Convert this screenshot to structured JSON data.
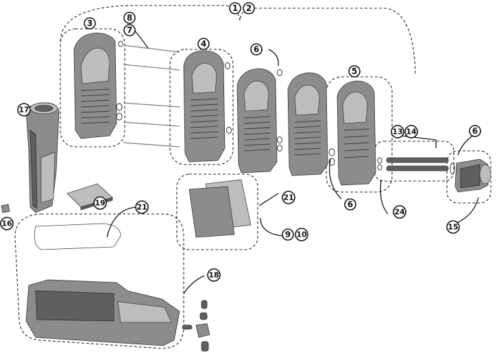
{
  "callouts": {
    "c1": "1",
    "c2": "2",
    "c3": "3",
    "c4": "4",
    "c5": "5",
    "c6a": "6",
    "c6b": "6",
    "c6c": "6",
    "c7": "7",
    "c8": "8",
    "c9": "9",
    "c10": "10",
    "c13": "13",
    "c14": "14",
    "c15": "15",
    "c16": "16",
    "c17": "17",
    "c18": "18",
    "c19": "19",
    "c21a": "21",
    "c21b": "21",
    "c24": "24"
  },
  "colors": {
    "part_fill": "#8c8c8c",
    "outline": "#222222",
    "background": "#ffffff"
  }
}
